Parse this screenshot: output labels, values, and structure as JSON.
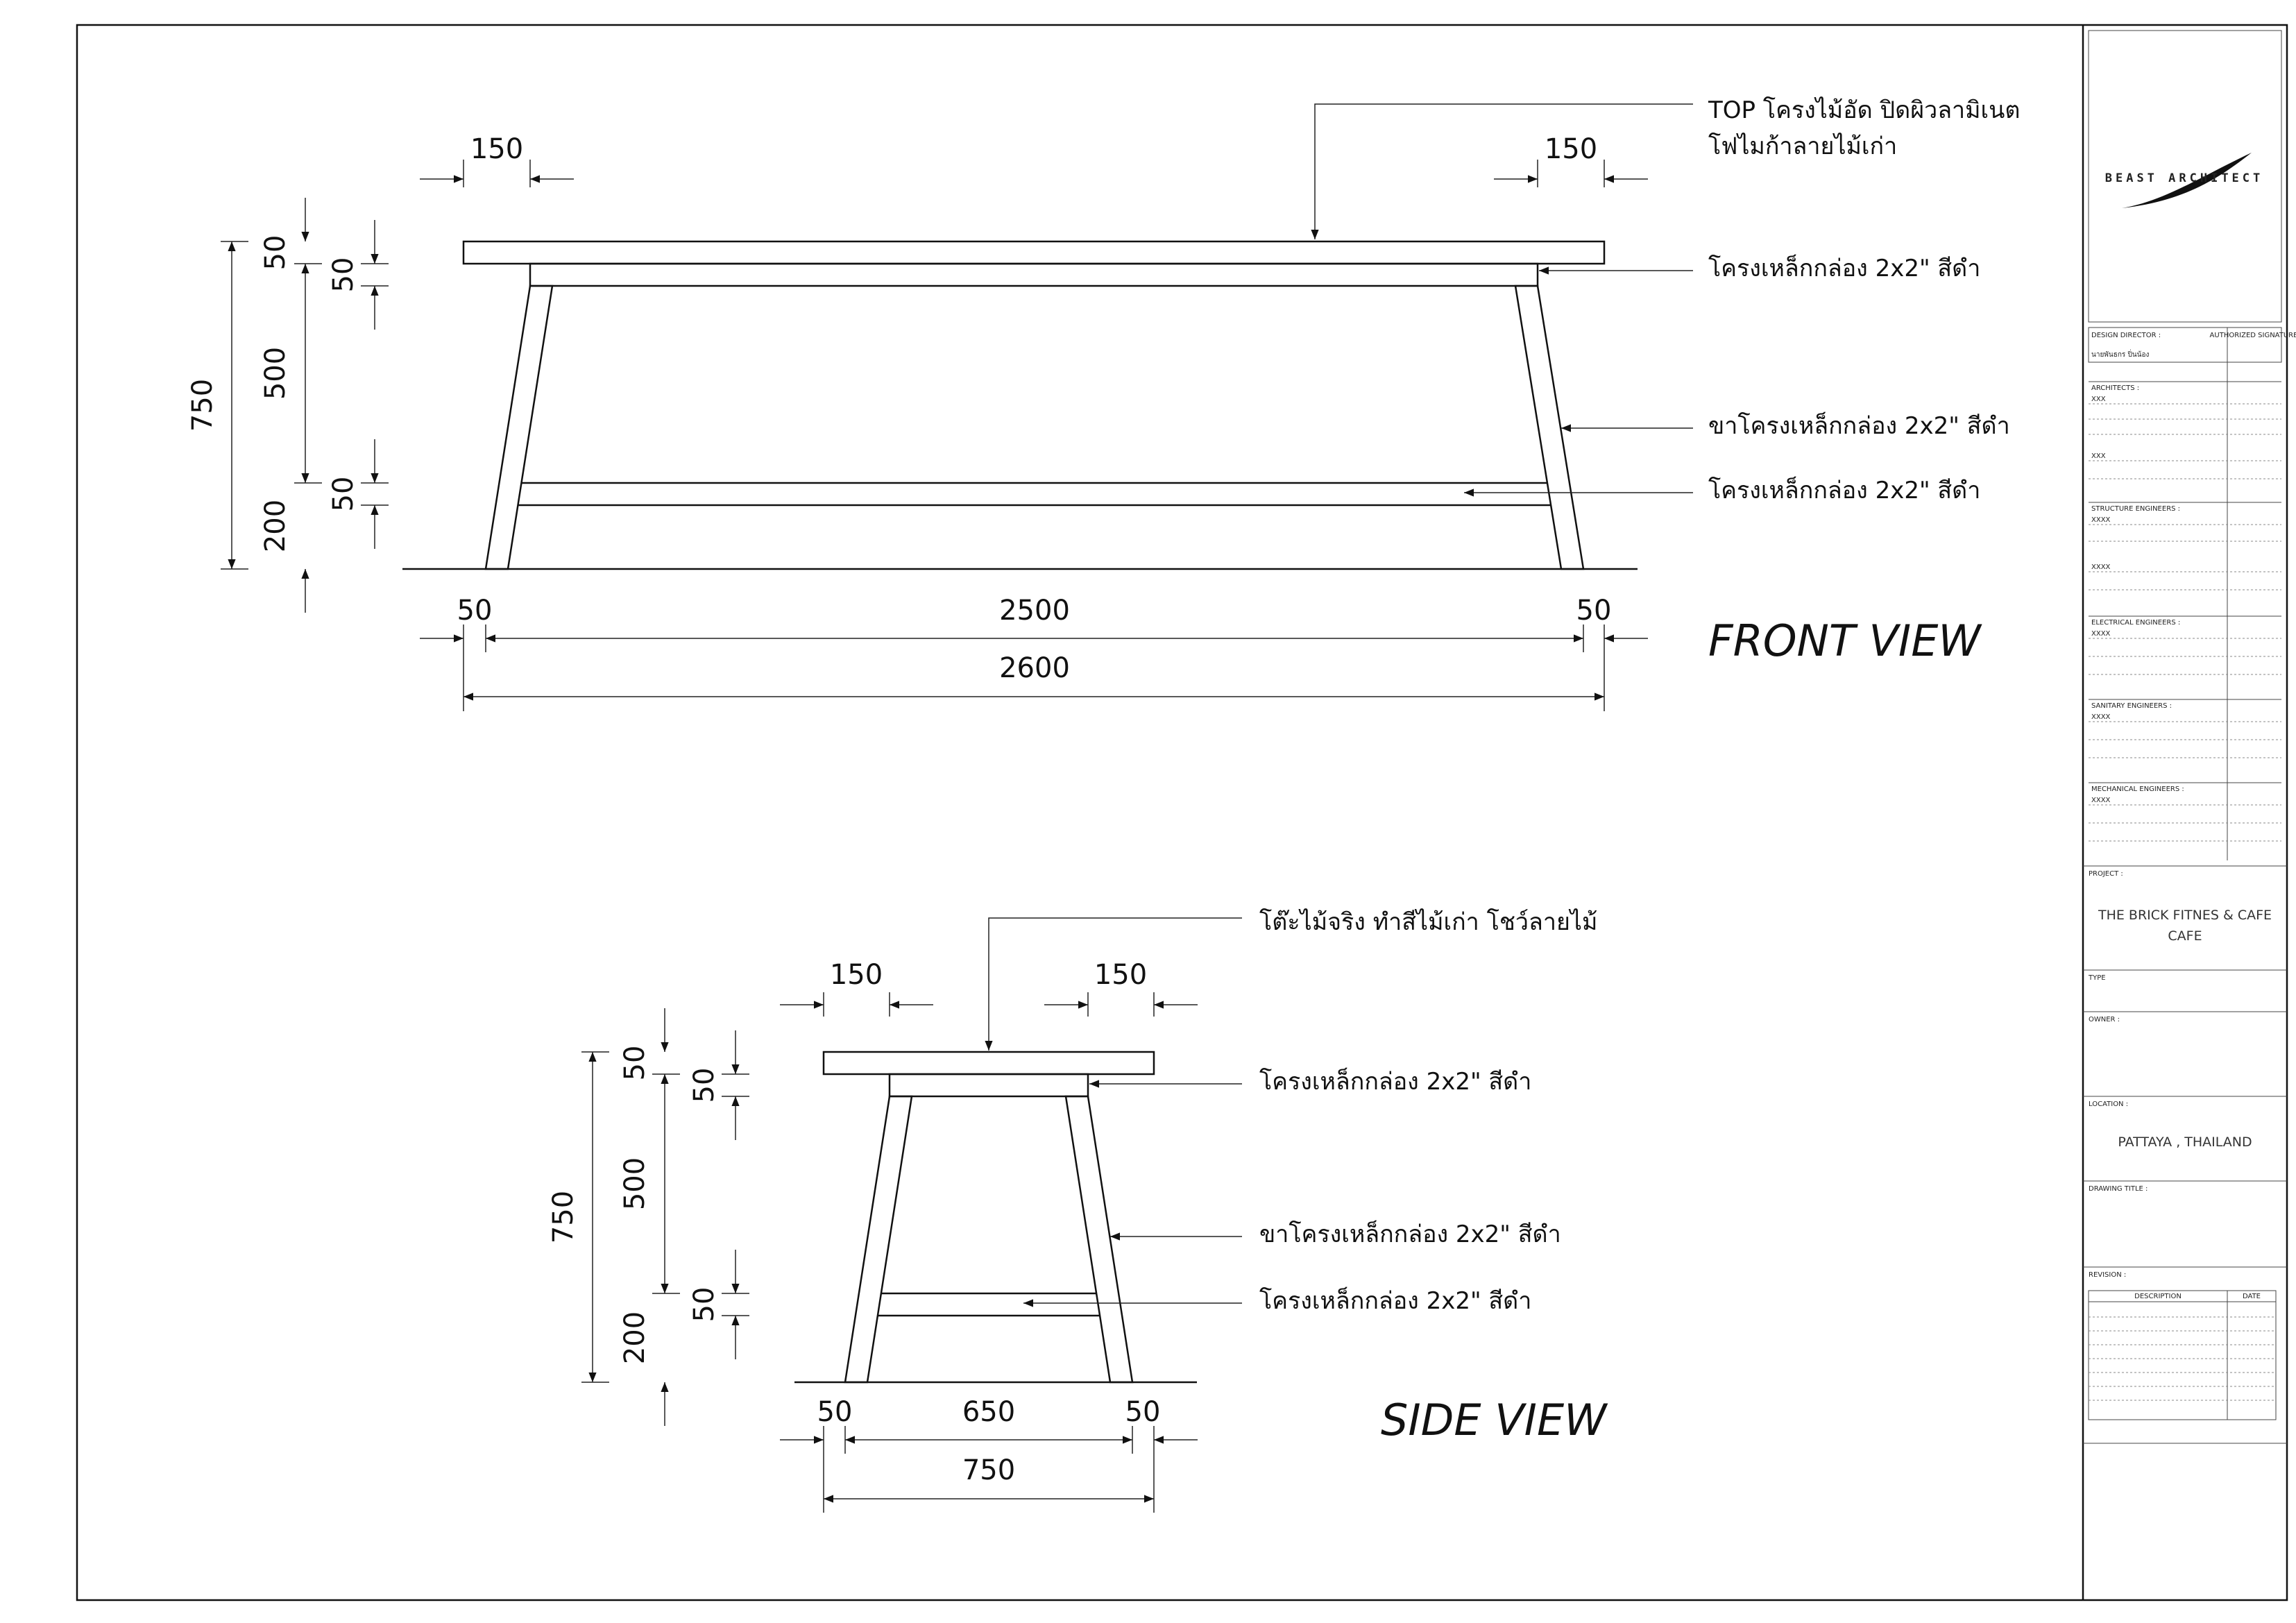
{
  "front_view": {
    "title": "FRONT VIEW",
    "dims": {
      "top_left_overhang": "150",
      "top_right_overhang": "150",
      "overall_height": "750",
      "top_thickness": "50",
      "apron_height": "50",
      "leg_span": "500",
      "stretcher_height": "50",
      "foot_clearance": "200",
      "leg_left": "50",
      "inner_span": "2500",
      "leg_right": "50",
      "overall_length": "2600"
    },
    "notes": {
      "top_line1": "TOP โครงไม้อัด ปิดผิวลามิเนต",
      "top_line2": "โฟไมก้าลายไม้เก่า",
      "apron": "โครงเหล็กกล่อง 2x2\" สีดำ",
      "leg": "ขาโครงเหล็กกล่อง 2x2\" สีดำ",
      "stretcher": "โครงเหล็กกล่อง 2x2\" สีดำ"
    }
  },
  "side_view": {
    "title": "SIDE VIEW",
    "dims": {
      "top_left_overhang": "150",
      "top_right_overhang": "150",
      "overall_height": "750",
      "top_thickness": "50",
      "apron_height": "50",
      "leg_span": "500",
      "stretcher_height": "50",
      "foot_clearance": "200",
      "leg_left": "50",
      "inner_span": "650",
      "leg_right": "50",
      "overall_depth": "750"
    },
    "notes": {
      "top": "โต๊ะไม้จริง ทำสีไม้เก่า โชว์ลายไม้",
      "apron": "โครงเหล็กกล่อง 2x2\" สีดำ",
      "leg": "ขาโครงเหล็กกล่อง 2x2\" สีดำ",
      "stretcher": "โครงเหล็กกล่อง 2x2\" สีดำ"
    }
  },
  "title_block": {
    "logo_text": "BEAST ARCHITECT",
    "design_director_label": "DESIGN DIRECTOR :",
    "authorized_label": "AUTHORIZED SIGNATURE",
    "design_director_value": "นายพันธกร ปิ่นน้อง",
    "architects_label": "ARCHITECTS :",
    "architects_values": [
      "XXX",
      "XXX"
    ],
    "structure_label": "STRUCTURE ENGINEERS :",
    "structure_values": [
      "XXXX",
      "XXXX"
    ],
    "electrical_label": "ELECTRICAL ENGINEERS :",
    "electrical_values": [
      "XXXX"
    ],
    "sanitary_label": "SANITARY ENGINEERS :",
    "sanitary_values": [
      "XXXX"
    ],
    "mechanical_label": "MECHANICAL ENGINEERS :",
    "mechanical_values": [
      "XXXX"
    ],
    "project_label": "PROJECT :",
    "project_line1": "THE BRICK FITNES & CAFE",
    "project_line2": "CAFE",
    "type_label": "TYPE",
    "owner_label": "OWNER :",
    "location_label": "LOCATION :",
    "location_value": "PATTAYA , THAILAND",
    "drawing_title_label": "DRAWING TITLE :",
    "revision_label": "REVISION :",
    "description_label": "DESCRIPTION",
    "date_label": "DATE"
  }
}
